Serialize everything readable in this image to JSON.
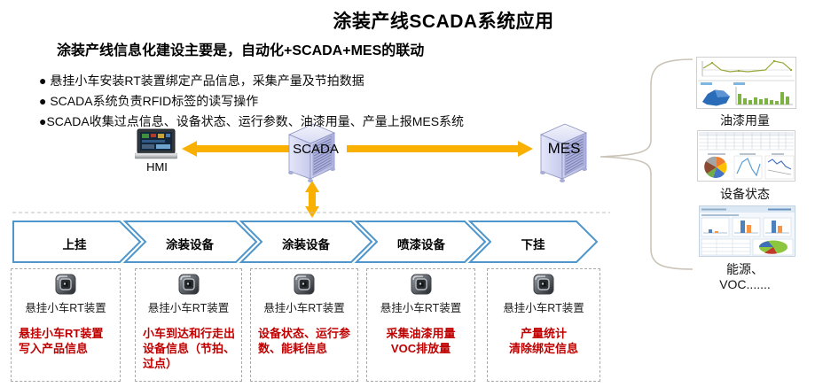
{
  "title": "涂装产线SCADA系统应用",
  "intro": {
    "subtitle": "涂装产线信息化建设主要是，自动化+SCADA+MES的联动",
    "bullets": [
      "● 悬挂小车安装RT装置绑定产品信息，采集产量及节拍数据",
      "● SCADA系统负责RFID标签的读写操作",
      "●SCADA收集过点信息、设备状态、运行参数、油漆用量、产量上报MES系统"
    ]
  },
  "network": {
    "hmi_label": "HMI",
    "scada_label": "SCADA",
    "mes_label": "MES"
  },
  "flow_steps": [
    {
      "label": "上挂"
    },
    {
      "label": "涂装设备"
    },
    {
      "label": "涂装设备"
    },
    {
      "label": "喷漆设备"
    },
    {
      "label": "下挂"
    }
  ],
  "stations": [
    {
      "device_label": "悬挂小车RT装置",
      "description": "悬挂小车RT装置\n写入产品信息"
    },
    {
      "device_label": "悬挂小车RT装置",
      "description": "小车到达和行走出\n设备信息（节拍、\n过点）"
    },
    {
      "device_label": "悬挂小车RT装置",
      "description": "设备状态、运行参\n数、能耗信息"
    },
    {
      "device_label": "悬挂小车RT装置",
      "description": "采集油漆用量\nVOC排放量"
    },
    {
      "device_label": "悬挂小车RT装置",
      "description": "产量统计\n清除绑定信息"
    }
  ],
  "mes_outputs": [
    {
      "label": "油漆用量"
    },
    {
      "label": "设备状态"
    },
    {
      "label": "能源、\nVOC......."
    }
  ],
  "icons": {
    "hmi": "hmi-panel-icon",
    "scada": "server-3d-icon",
    "mes": "server-3d-icon",
    "station_device": "rt-reader-icon"
  },
  "colors": {
    "arrow_orange": "#F9B001",
    "chevron_blue": "#4E96CC",
    "description_red": "#C00000",
    "brace_gray": "#CBC4B9",
    "separator_gray": "#BFBFBF"
  }
}
